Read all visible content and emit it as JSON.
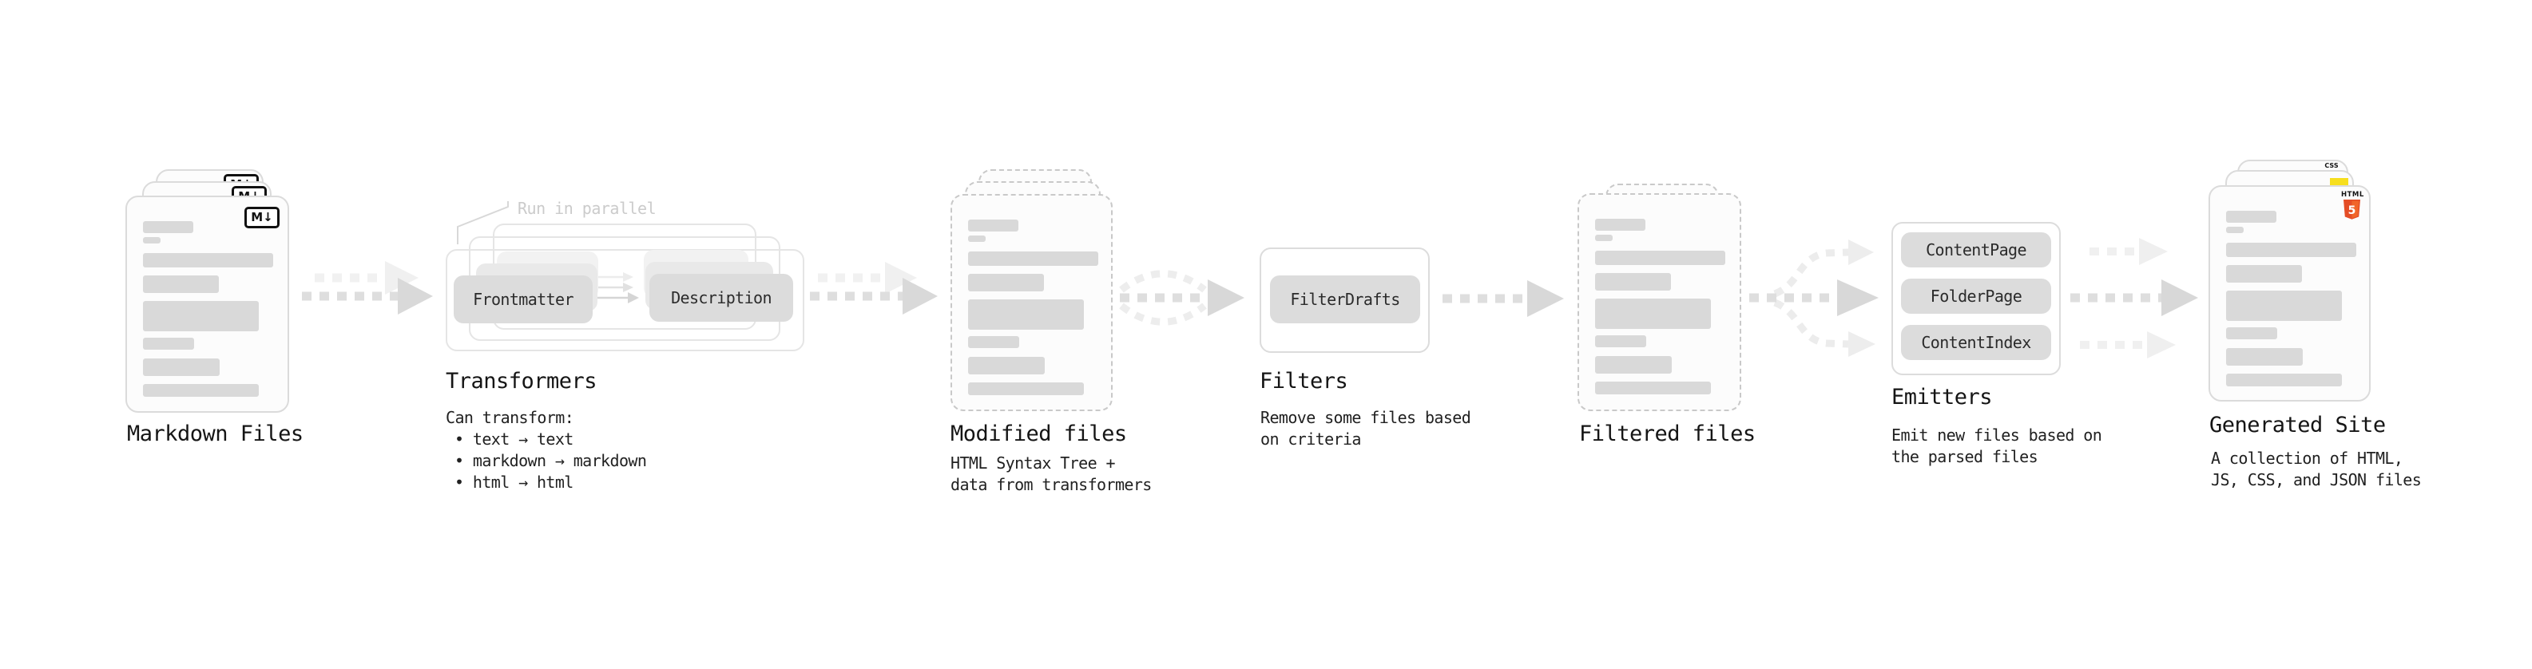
{
  "colors": {
    "html5": "#e44d26",
    "html5_light": "#f16529",
    "js": "#f7df1e",
    "css": "#2962ff",
    "markdown": "#111111"
  },
  "stages": {
    "markdown": {
      "caption": "Markdown Files",
      "badge": "M↓"
    },
    "transformers": {
      "annotation": "Run in parallel",
      "chip_left": "Frontmatter",
      "chip_right": "Description",
      "caption": "Transformers",
      "note_title": "Can transform:",
      "bullets": [
        "• text → text",
        "• markdown → markdown",
        "• html → html"
      ]
    },
    "modified": {
      "caption": "Modified files",
      "note_lines": [
        "HTML Syntax Tree +",
        "data from transformers"
      ]
    },
    "filters": {
      "chip": "FilterDrafts",
      "caption": "Filters",
      "note_lines": [
        "Remove some files based",
        "on criteria"
      ]
    },
    "filtered": {
      "caption": "Filtered files"
    },
    "emitters": {
      "chips": [
        "ContentPage",
        "FolderPage",
        "ContentIndex"
      ],
      "caption": "Emitters",
      "note_lines": [
        "Emit new files based on",
        "the parsed files"
      ]
    },
    "generated": {
      "caption": "Generated Site",
      "badge_css": "CSS",
      "badge_html_label": "HTML",
      "badge_html_number": "5",
      "note_lines": [
        "A collection of HTML,",
        "JS, CSS, and JSON files"
      ]
    }
  }
}
